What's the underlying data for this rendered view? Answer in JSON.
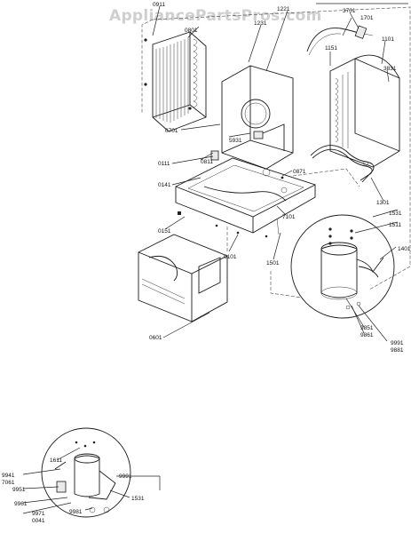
{
  "watermark": "AppliancePartsPros.com",
  "callouts": {
    "c0911": "0911",
    "c0801": "0801",
    "c1221": "1221",
    "c1231": "1231",
    "c3701": "3701",
    "c1701": "1701",
    "c1101": "1101",
    "c1151": "1151",
    "c3831": "3831",
    "c0701": "0701",
    "c5931": "5931",
    "c0111": "0111",
    "c0811": "0811",
    "c0141": "0141",
    "c0871": "0871",
    "c1301": "1301",
    "c1531": "1531",
    "c1511": "1511",
    "c1401": "1401",
    "c7101": "7101",
    "c0151": "0151",
    "c0101": "0101",
    "c1501": "1501",
    "c9851": "9851",
    "c9861": "9861",
    "c9991": "9991",
    "c9881": "9881",
    "c0601": "0601",
    "d1611": "1611",
    "d9991": "9991",
    "d9941": "9941",
    "d7061": "7061",
    "d9951": "9951",
    "d1531": "1531",
    "d9961": "9961",
    "d9971": "9971",
    "d0041": "0041",
    "d9981": "9981"
  }
}
